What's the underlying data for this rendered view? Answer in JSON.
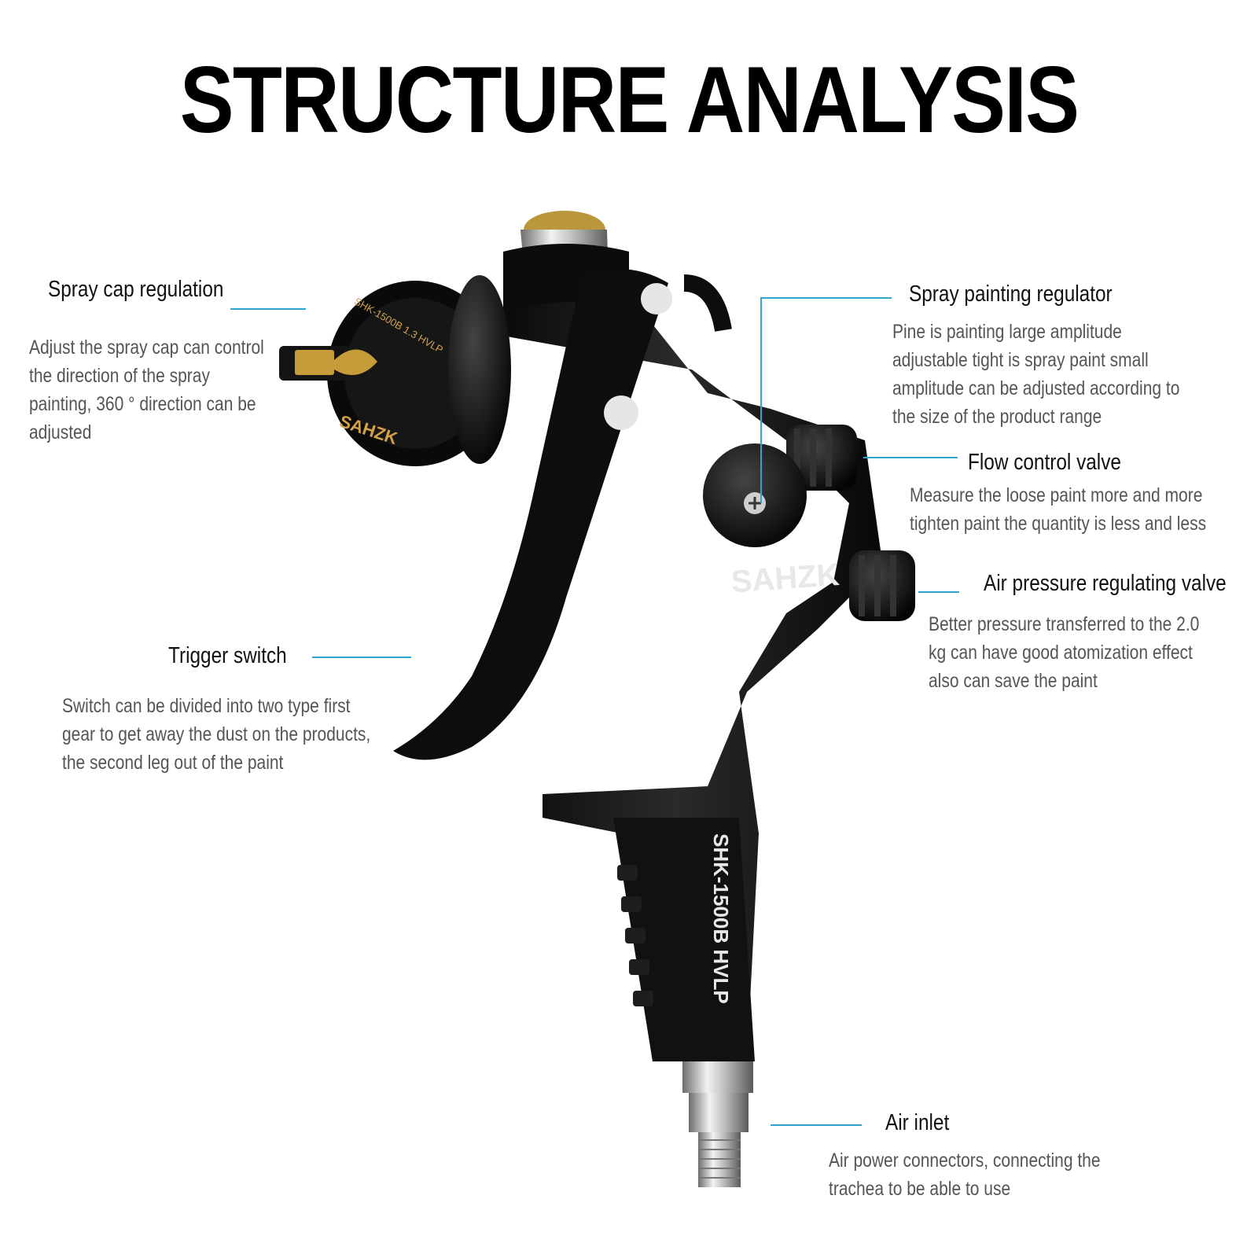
{
  "title": "STRUCTURE ANALYSIS",
  "gun_markings": {
    "body_brand": "SAHZK",
    "cup_brand": "SAHZK",
    "cup_ring_text": "SHK-1500B 1.3 HVLP",
    "grip_model": "SHK-1500B HVLP"
  },
  "accent_color": "#2aa6cf",
  "callouts": {
    "spray_cap": {
      "label": "Spray cap regulation",
      "lines": [
        "Adjust the spray cap can control",
        "the direction of the spray",
        "painting, 360 ° direction can be",
        "adjusted"
      ]
    },
    "trigger": {
      "label": "Trigger switch",
      "lines": [
        "Switch can be divided into two type first",
        "gear to get away the dust on the products,",
        "the second leg out of the paint"
      ]
    },
    "spray_regulator": {
      "label": "Spray painting regulator",
      "lines": [
        "Pine is painting large amplitude",
        "adjustable tight is spray paint small",
        "amplitude can be adjusted according to",
        "the size of the product range"
      ]
    },
    "flow_valve": {
      "label": "Flow control valve",
      "lines": [
        "Measure the loose paint more and more",
        "tighten paint the quantity is less and less"
      ]
    },
    "air_pressure": {
      "label": "Air pressure regulating valve",
      "lines": [
        "Better pressure transferred to the 2.0",
        "kg can have good atomization effect",
        "also can save the paint"
      ]
    },
    "air_inlet": {
      "label": "Air inlet",
      "lines": [
        "Air power connectors, connecting the",
        "trachea to be able to use"
      ]
    }
  }
}
